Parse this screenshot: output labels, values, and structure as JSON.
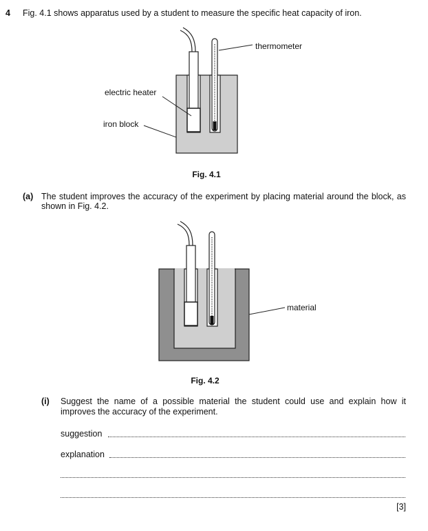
{
  "question": {
    "number": "4",
    "intro": "Fig. 4.1 shows apparatus used by a student to measure the specific heat capacity of iron."
  },
  "fig1": {
    "caption": "Fig. 4.1",
    "labels": {
      "thermometer": "thermometer",
      "heater": "electric heater",
      "block": "iron block"
    }
  },
  "part_a": {
    "label": "(a)",
    "text": "The student improves the accuracy of the experiment by placing material around the block, as shown in Fig. 4.2."
  },
  "fig2": {
    "caption": "Fig. 4.2",
    "labels": {
      "material": "material"
    }
  },
  "part_i": {
    "label": "(i)",
    "text": "Suggest the name of a possible material the student could use and explain how it improves the accuracy of the experiment.",
    "suggestion_label": "suggestion",
    "explanation_label": "explanation",
    "marks": "[3]"
  },
  "colors": {
    "block": "#cfcfcf",
    "material": "#8f8f8f",
    "line": "#222222"
  }
}
